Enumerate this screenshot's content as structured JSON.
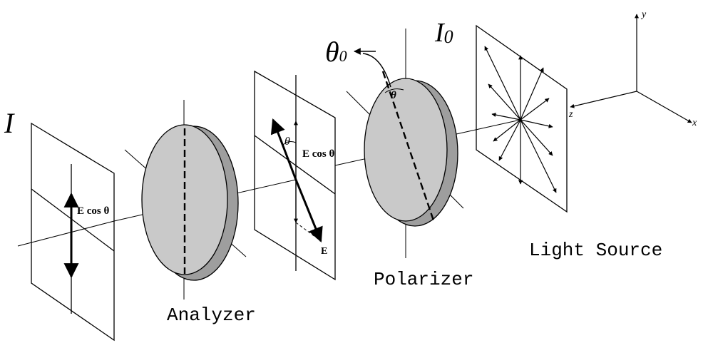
{
  "labels": {
    "intensity_out": "I",
    "intensity_in_base": "I",
    "intensity_in_sub": "0",
    "theta0_base": "θ",
    "theta0_sub": "0",
    "theta_polarizer": "θ",
    "theta_middle": "θ",
    "e_cos_theta_middle": "E cos θ",
    "e_cos_theta_left": "E cos θ",
    "e_vector": "E",
    "light_source": "Light Source",
    "polarizer": "Polarizer",
    "analyzer": "Analyzer",
    "axis_x": "x",
    "axis_y": "y",
    "axis_z": "z"
  },
  "colors": {
    "line": "#000000",
    "disk_fill": "#c9c9c9",
    "disk_edge_fill": "#9e9e9e",
    "background": "#ffffff"
  }
}
